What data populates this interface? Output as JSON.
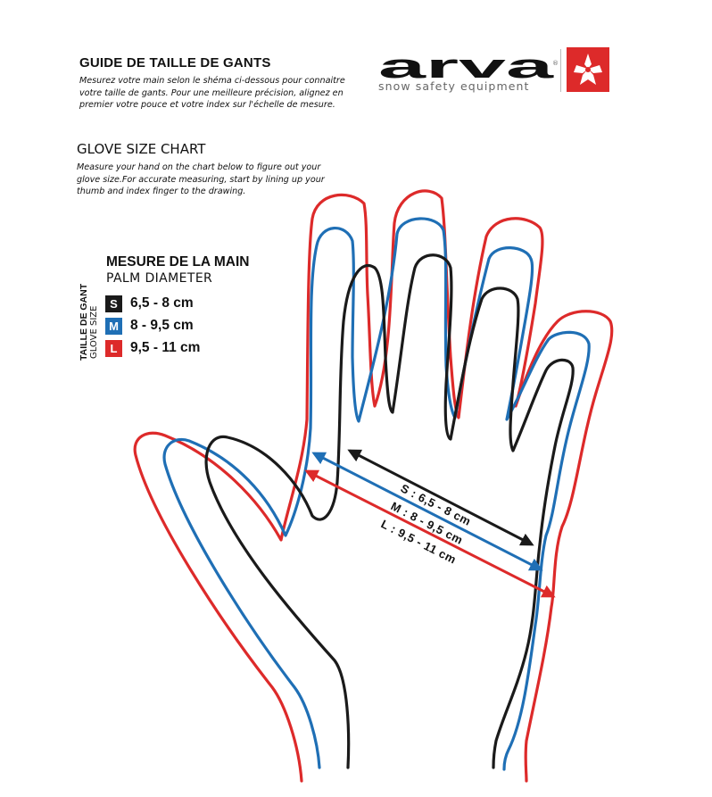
{
  "french": {
    "title": "GUIDE DE TAILLE DE GANTS",
    "text": "Mesurez votre main selon le shéma ci-dessous pour connaitre votre taille de gants. Pour une meilleure précision, alignez en premier votre pouce et votre index sur l'échelle de mesure."
  },
  "english": {
    "title": "GLOVE SIZE CHART",
    "text": "Measure your hand on the chart below to figure out your glove size.For accurate measuring, start by lining up your thumb and index finger to the drawing."
  },
  "measure": {
    "title": "MESURE DE LA MAIN",
    "subtitle": "PALM DIAMETER",
    "vertical_label_fr": "TAILLE DE GANT",
    "vertical_label_en": "GLOVE SIZE",
    "sizes": [
      {
        "letter": "S",
        "range": "6,5 - 8 cm",
        "color": "#1a1a1a"
      },
      {
        "letter": "M",
        "range": "8 - 9,5 cm",
        "color": "#1f6fb5"
      },
      {
        "letter": "L",
        "range": "9,5 - 11 cm",
        "color": "#dd2a2a"
      }
    ]
  },
  "logo": {
    "brand": "arva",
    "tagline": "snow safety equipment",
    "registered": "®",
    "emblem_color": "#dd2a2a",
    "emblem_icon": "arva-flower-icon"
  },
  "diagram": {
    "labels": {
      "s": "S : 6,5 - 8 cm",
      "m": "M : 8 - 9,5 cm",
      "l": "L : 9,5 - 11 cm"
    },
    "colors": {
      "s": "#1a1a1a",
      "m": "#1f6fb5",
      "l": "#dd2a2a"
    }
  }
}
